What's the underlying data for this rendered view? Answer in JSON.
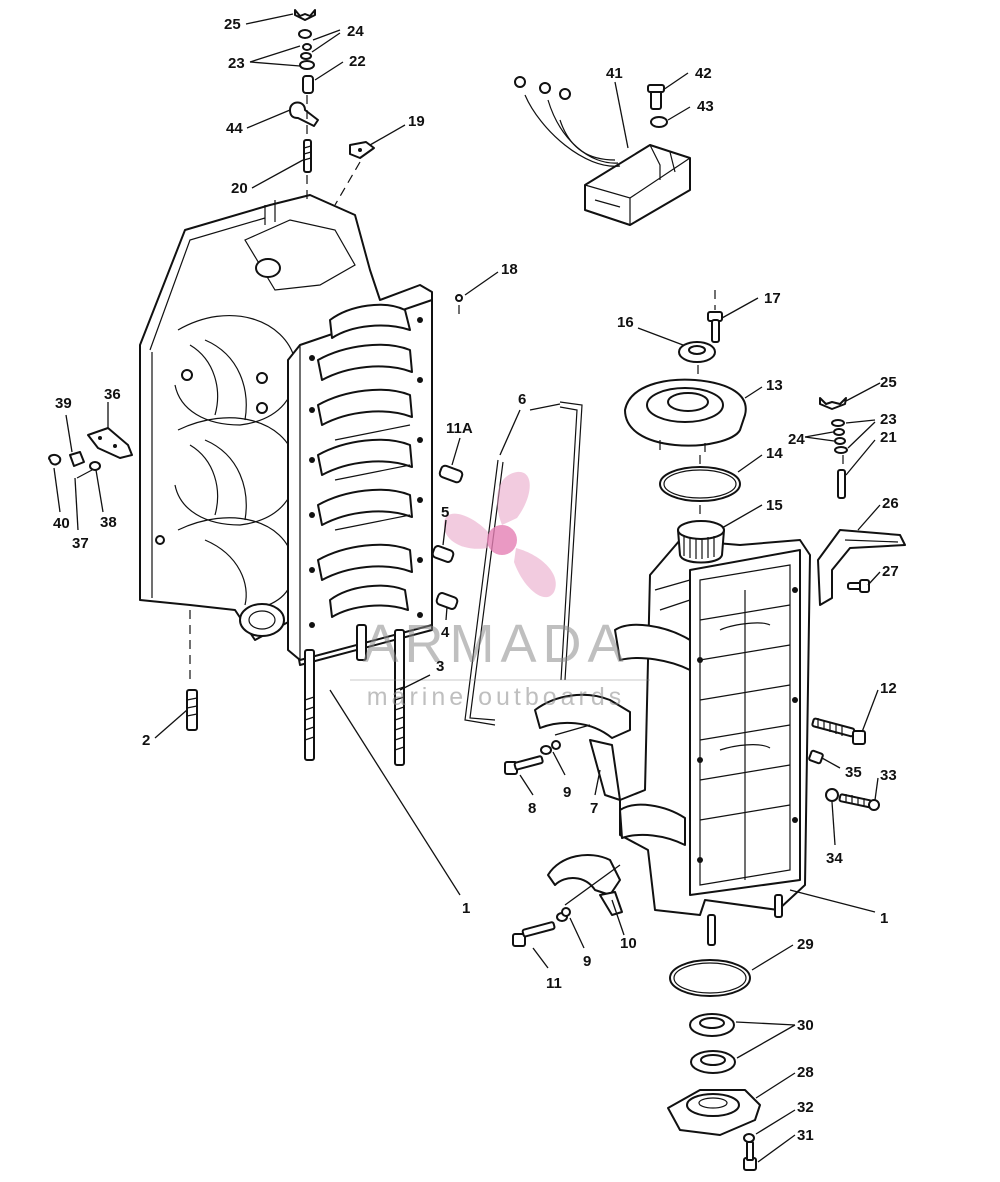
{
  "colors": {
    "ink": "#111111",
    "watermark_text": "#8a8a8a",
    "watermark_logo": "#e8a0c4",
    "watermark_logo_center": "#e580b4"
  },
  "watermark": {
    "brand": "ARMADA",
    "tagline": "marine outboards",
    "logo_icon": "propeller-icon"
  },
  "part_labels": {
    "p1_left": "1",
    "p1_right": "1",
    "p2": "2",
    "p3": "3",
    "p4": "4",
    "p5": "5",
    "p6": "6",
    "p7": "7",
    "p8": "8",
    "p9_upper": "9",
    "p9_lower": "9",
    "p10": "10",
    "p11": "11",
    "p11a": "11A",
    "p12": "12",
    "p13": "13",
    "p14": "14",
    "p15": "15",
    "p16": "16",
    "p17": "17",
    "p18": "18",
    "p19": "19",
    "p20": "20",
    "p21": "21",
    "p22": "22",
    "p23_top": "23",
    "p23_right": "23",
    "p24_top": "24",
    "p24_right": "24",
    "p25_top": "25",
    "p25_right": "25",
    "p26": "26",
    "p27": "27",
    "p28": "28",
    "p29": "29",
    "p30": "30",
    "p31": "31",
    "p32": "32",
    "p33": "33",
    "p34": "34",
    "p35": "35",
    "p36": "36",
    "p37": "37",
    "p38": "38",
    "p39": "39",
    "p40": "40",
    "p41": "41",
    "p42": "42",
    "p43": "43",
    "p44": "44"
  }
}
